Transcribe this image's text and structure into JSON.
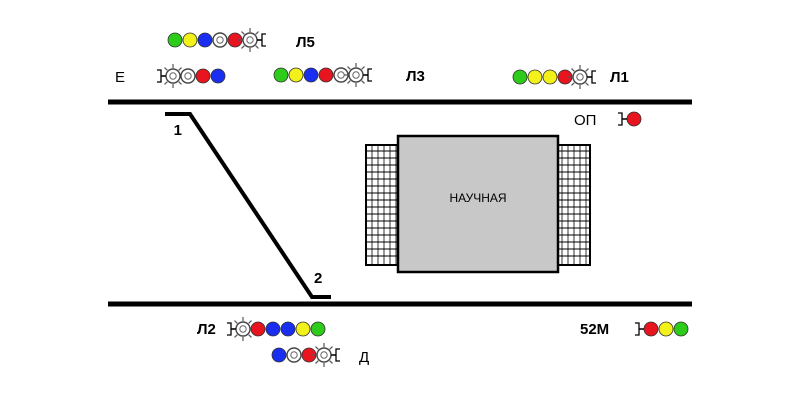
{
  "labels": {
    "e": "Е",
    "l5": "Л5",
    "l3": "Л3",
    "l1": "Л1",
    "op": "ОП",
    "n1": "1",
    "n2": "2",
    "station": "НАУЧНАЯ",
    "l2": "Л2",
    "d": "Д",
    "m52": "52М"
  },
  "colors": {
    "green": "#2ecc1a",
    "yellow": "#f2f21a",
    "blue": "#1a2ef2",
    "red": "#e8141e",
    "white": "#ffffff",
    "track": "#000000",
    "building": "#c8c8c8"
  },
  "signals": {
    "l5": [
      "green",
      "yellow",
      "blue",
      "white-lunar",
      "red",
      "white-flash"
    ],
    "e": [
      "white-flash",
      "white-lunar",
      "red",
      "blue"
    ],
    "l3": [
      "green",
      "yellow",
      "blue",
      "red",
      "white-lunar",
      "white-flash"
    ],
    "l1": [
      "green",
      "yellow",
      "yellow",
      "red",
      "white-flash"
    ],
    "op": [
      "red"
    ],
    "l2": [
      "white-flash",
      "red",
      "blue",
      "blue",
      "yellow",
      "green"
    ],
    "d": [
      "blue",
      "white-lunar",
      "red",
      "white-flash"
    ],
    "m52": [
      "red",
      "yellow",
      "green"
    ]
  }
}
